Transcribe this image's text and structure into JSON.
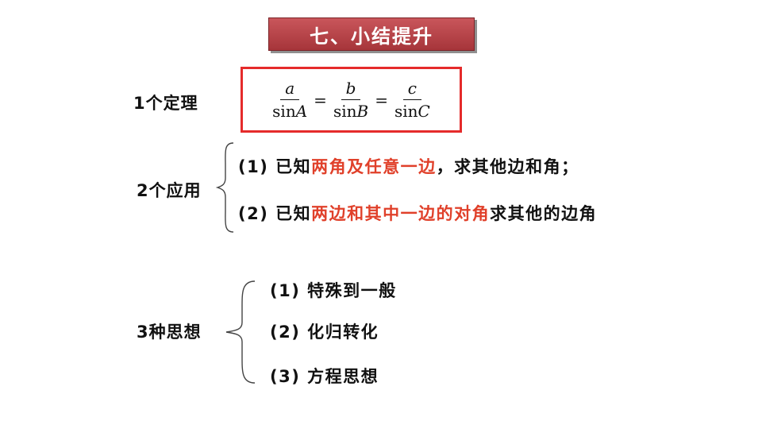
{
  "title": "七、小结提升",
  "theorem": {
    "label": "1个定理",
    "formula": {
      "a": "a",
      "b": "b",
      "c": "c",
      "sin": "sin",
      "A": "A",
      "B": "B",
      "C": "C",
      "eq": "="
    }
  },
  "applications": {
    "label": "2个应用",
    "items": [
      {
        "prefix": "(1) 已知",
        "highlight": "两角及任意一边",
        "suffix": "，求其他边和角；"
      },
      {
        "prefix": "(2) 已知",
        "highlight": "两边和其中一边的对角",
        "suffix": "求其他的边角"
      }
    ]
  },
  "ideas": {
    "label": "3种思想",
    "items": [
      "(1) 特殊到一般",
      "(2) 化归转化",
      "(3) 方程思想"
    ]
  },
  "colors": {
    "banner": "#b5414a",
    "highlight": "#e0402a",
    "box_border": "#e52b2b"
  }
}
